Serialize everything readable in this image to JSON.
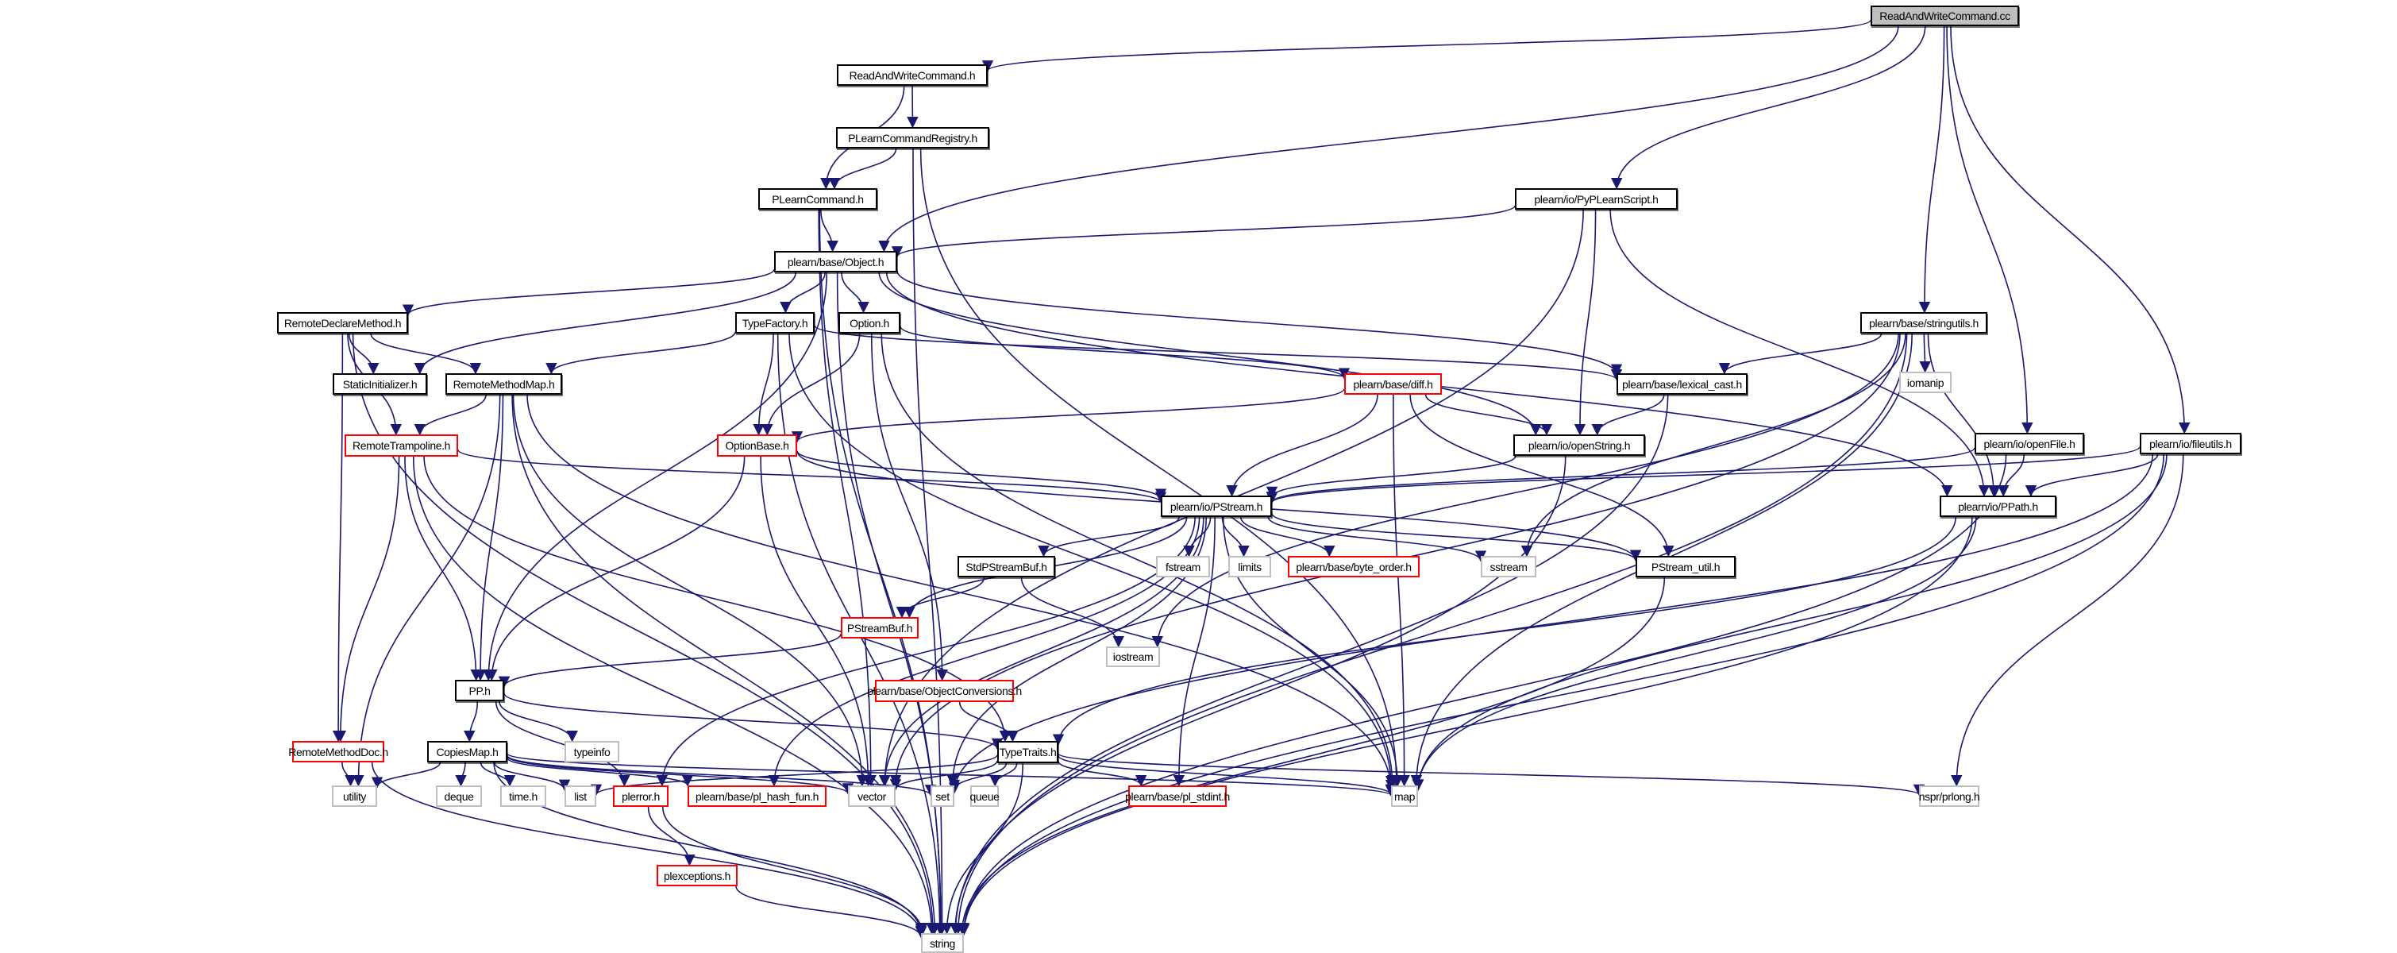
{
  "graph": {
    "title": "ReadAndWriteCommand.cc include dependency graph",
    "edge_color": "#191970",
    "node_styles": {
      "root": {
        "fill": "#bfbfbf",
        "border": "#000000"
      },
      "documented": {
        "fill": "#ffffff",
        "border": "#000000"
      },
      "truncated": {
        "fill": "#ffffff",
        "border": "#ff0000"
      },
      "external": {
        "fill": "#ffffff",
        "border": "#bfbfbf"
      }
    },
    "nodes": [
      {
        "id": "root",
        "label": "ReadAndWriteCommand.cc",
        "kind": "root"
      },
      {
        "id": "rwh",
        "label": "ReadAndWriteCommand.h",
        "kind": "documented"
      },
      {
        "id": "reg",
        "label": "PLearnCommandRegistry.h",
        "kind": "documented"
      },
      {
        "id": "cmd",
        "label": "PLearnCommand.h",
        "kind": "documented"
      },
      {
        "id": "pyscript",
        "label": "plearn/io/PyPLearnScript.h",
        "kind": "documented"
      },
      {
        "id": "obj",
        "label": "plearn/base/Object.h",
        "kind": "documented"
      },
      {
        "id": "rdm",
        "label": "RemoteDeclareMethod.h",
        "kind": "documented"
      },
      {
        "id": "tf",
        "label": "TypeFactory.h",
        "kind": "documented"
      },
      {
        "id": "opt",
        "label": "Option.h",
        "kind": "documented"
      },
      {
        "id": "su",
        "label": "plearn/base/stringutils.h",
        "kind": "documented"
      },
      {
        "id": "si",
        "label": "StaticInitializer.h",
        "kind": "documented"
      },
      {
        "id": "rmm",
        "label": "RemoteMethodMap.h",
        "kind": "documented"
      },
      {
        "id": "diff",
        "label": "plearn/base/diff.h",
        "kind": "truncated"
      },
      {
        "id": "lc",
        "label": "plearn/base/lexical_cast.h",
        "kind": "documented"
      },
      {
        "id": "iomanip",
        "label": "iomanip",
        "kind": "external"
      },
      {
        "id": "rt",
        "label": "RemoteTrampoline.h",
        "kind": "truncated"
      },
      {
        "id": "ob",
        "label": "OptionBase.h",
        "kind": "truncated"
      },
      {
        "id": "os",
        "label": "plearn/io/openString.h",
        "kind": "documented"
      },
      {
        "id": "of",
        "label": "plearn/io/openFile.h",
        "kind": "documented"
      },
      {
        "id": "fu",
        "label": "plearn/io/fileutils.h",
        "kind": "documented"
      },
      {
        "id": "ps",
        "label": "plearn/io/PStream.h",
        "kind": "documented"
      },
      {
        "id": "pp",
        "label": "plearn/io/PPath.h",
        "kind": "documented"
      },
      {
        "id": "spb",
        "label": "StdPStreamBuf.h",
        "kind": "documented"
      },
      {
        "id": "fstream",
        "label": "fstream",
        "kind": "external"
      },
      {
        "id": "limits",
        "label": "limits",
        "kind": "external"
      },
      {
        "id": "bo",
        "label": "plearn/base/byte_order.h",
        "kind": "truncated"
      },
      {
        "id": "sstream",
        "label": "sstream",
        "kind": "external"
      },
      {
        "id": "psu",
        "label": "PStream_util.h",
        "kind": "documented"
      },
      {
        "id": "psb",
        "label": "PStreamBuf.h",
        "kind": "truncated"
      },
      {
        "id": "iostream",
        "label": "iostream",
        "kind": "external"
      },
      {
        "id": "ppd",
        "label": "PP.h",
        "kind": "documented"
      },
      {
        "id": "oc",
        "label": "plearn/base/ObjectConversions.h",
        "kind": "truncated"
      },
      {
        "id": "typeinfo",
        "label": "typeinfo",
        "kind": "external"
      },
      {
        "id": "rmd",
        "label": "RemoteMethodDoc.h",
        "kind": "truncated"
      },
      {
        "id": "cm",
        "label": "CopiesMap.h",
        "kind": "documented"
      },
      {
        "id": "tt",
        "label": "TypeTraits.h",
        "kind": "documented"
      },
      {
        "id": "utility",
        "label": "utility",
        "kind": "external"
      },
      {
        "id": "deque",
        "label": "deque",
        "kind": "external"
      },
      {
        "id": "timeh",
        "label": "time.h",
        "kind": "external"
      },
      {
        "id": "list",
        "label": "list",
        "kind": "external"
      },
      {
        "id": "plerror",
        "label": "plerror.h",
        "kind": "truncated"
      },
      {
        "id": "phf",
        "label": "plearn/base/pl_hash_fun.h",
        "kind": "truncated"
      },
      {
        "id": "vector",
        "label": "vector",
        "kind": "external"
      },
      {
        "id": "set",
        "label": "set",
        "kind": "external"
      },
      {
        "id": "queue",
        "label": "queue",
        "kind": "external"
      },
      {
        "id": "stdint",
        "label": "plearn/base/pl_stdint.h",
        "kind": "truncated"
      },
      {
        "id": "map",
        "label": "map",
        "kind": "external"
      },
      {
        "id": "prlong",
        "label": "nspr/prlong.h",
        "kind": "external"
      },
      {
        "id": "plexc",
        "label": "plexceptions.h",
        "kind": "truncated"
      },
      {
        "id": "string",
        "label": "string",
        "kind": "external"
      }
    ],
    "edges": [
      [
        "root",
        "rwh"
      ],
      [
        "root",
        "obj"
      ],
      [
        "root",
        "pyscript"
      ],
      [
        "root",
        "su"
      ],
      [
        "root",
        "of"
      ],
      [
        "root",
        "fu"
      ],
      [
        "rwh",
        "reg"
      ],
      [
        "rwh",
        "cmd"
      ],
      [
        "reg",
        "cmd"
      ],
      [
        "reg",
        "string"
      ],
      [
        "reg",
        "map"
      ],
      [
        "cmd",
        "obj"
      ],
      [
        "cmd",
        "string"
      ],
      [
        "cmd",
        "vector"
      ],
      [
        "pyscript",
        "obj"
      ],
      [
        "pyscript",
        "os"
      ],
      [
        "pyscript",
        "pp"
      ],
      [
        "pyscript",
        "vector"
      ],
      [
        "obj",
        "rdm"
      ],
      [
        "obj",
        "tf"
      ],
      [
        "obj",
        "opt"
      ],
      [
        "obj",
        "si"
      ],
      [
        "obj",
        "ppd"
      ],
      [
        "obj",
        "string"
      ],
      [
        "obj",
        "os"
      ],
      [
        "obj",
        "pp"
      ],
      [
        "obj",
        "lc"
      ],
      [
        "rdm",
        "si"
      ],
      [
        "rdm",
        "rmm"
      ],
      [
        "rdm",
        "rt"
      ],
      [
        "rdm",
        "rmd"
      ],
      [
        "rdm",
        "string"
      ],
      [
        "tf",
        "rmm"
      ],
      [
        "tf",
        "ob"
      ],
      [
        "tf",
        "map"
      ],
      [
        "tf",
        "string"
      ],
      [
        "tf",
        "lc"
      ],
      [
        "opt",
        "ob"
      ],
      [
        "opt",
        "diff"
      ],
      [
        "opt",
        "oc"
      ],
      [
        "opt",
        "map"
      ],
      [
        "su",
        "lc"
      ],
      [
        "su",
        "iomanip"
      ],
      [
        "su",
        "sstream"
      ],
      [
        "su",
        "iostream"
      ],
      [
        "su",
        "vector"
      ],
      [
        "su",
        "map"
      ],
      [
        "su",
        "string"
      ],
      [
        "su",
        "pp"
      ],
      [
        "rmm",
        "rt"
      ],
      [
        "rmm",
        "ppd"
      ],
      [
        "rmm",
        "map"
      ],
      [
        "rmm",
        "vector"
      ],
      [
        "rmm",
        "string"
      ],
      [
        "rmm",
        "utility"
      ],
      [
        "diff",
        "ob"
      ],
      [
        "diff",
        "ps"
      ],
      [
        "diff",
        "os"
      ],
      [
        "diff",
        "map"
      ],
      [
        "diff",
        "psu"
      ],
      [
        "lc",
        "os"
      ],
      [
        "lc",
        "string"
      ],
      [
        "rt",
        "ps"
      ],
      [
        "rt",
        "ppd"
      ],
      [
        "rt",
        "rmd"
      ],
      [
        "rt",
        "tt"
      ],
      [
        "rt",
        "string"
      ],
      [
        "ob",
        "ps"
      ],
      [
        "ob",
        "ppd"
      ],
      [
        "ob",
        "vector"
      ],
      [
        "ob",
        "psu"
      ],
      [
        "os",
        "ps"
      ],
      [
        "os",
        "string"
      ],
      [
        "of",
        "ps"
      ],
      [
        "of",
        "pp"
      ],
      [
        "of",
        "string"
      ],
      [
        "fu",
        "ps"
      ],
      [
        "fu",
        "pp"
      ],
      [
        "fu",
        "map"
      ],
      [
        "fu",
        "string"
      ],
      [
        "fu",
        "prlong"
      ],
      [
        "fu",
        "set"
      ],
      [
        "ps",
        "spb"
      ],
      [
        "ps",
        "fstream"
      ],
      [
        "ps",
        "limits"
      ],
      [
        "ps",
        "bo"
      ],
      [
        "ps",
        "sstream"
      ],
      [
        "ps",
        "psu"
      ],
      [
        "ps",
        "psb"
      ],
      [
        "ps",
        "plerror"
      ],
      [
        "ps",
        "phf"
      ],
      [
        "ps",
        "stdint"
      ],
      [
        "ps",
        "map"
      ],
      [
        "ps",
        "set"
      ],
      [
        "ps",
        "vector"
      ],
      [
        "pp",
        "tt"
      ],
      [
        "pp",
        "map"
      ],
      [
        "pp",
        "string"
      ],
      [
        "spb",
        "psb"
      ],
      [
        "spb",
        "iostream"
      ],
      [
        "psu",
        "string"
      ],
      [
        "psb",
        "ppd"
      ],
      [
        "ppd",
        "cm"
      ],
      [
        "ppd",
        "typeinfo"
      ],
      [
        "ppd",
        "tt"
      ],
      [
        "ppd",
        "plerror"
      ],
      [
        "oc",
        "tt"
      ],
      [
        "rmd",
        "utility"
      ],
      [
        "rmd",
        "string"
      ],
      [
        "cm",
        "utility"
      ],
      [
        "cm",
        "deque"
      ],
      [
        "cm",
        "timeh"
      ],
      [
        "cm",
        "list"
      ],
      [
        "cm",
        "phf"
      ],
      [
        "cm",
        "vector"
      ],
      [
        "cm",
        "set"
      ],
      [
        "cm",
        "map"
      ],
      [
        "cm",
        "string"
      ],
      [
        "tt",
        "list"
      ],
      [
        "tt",
        "vector"
      ],
      [
        "tt",
        "set"
      ],
      [
        "tt",
        "queue"
      ],
      [
        "tt",
        "stdint"
      ],
      [
        "tt",
        "map"
      ],
      [
        "tt",
        "string"
      ],
      [
        "tt",
        "prlong"
      ],
      [
        "plerror",
        "plexc"
      ],
      [
        "plerror",
        "string"
      ],
      [
        "plexc",
        "string"
      ]
    ]
  }
}
